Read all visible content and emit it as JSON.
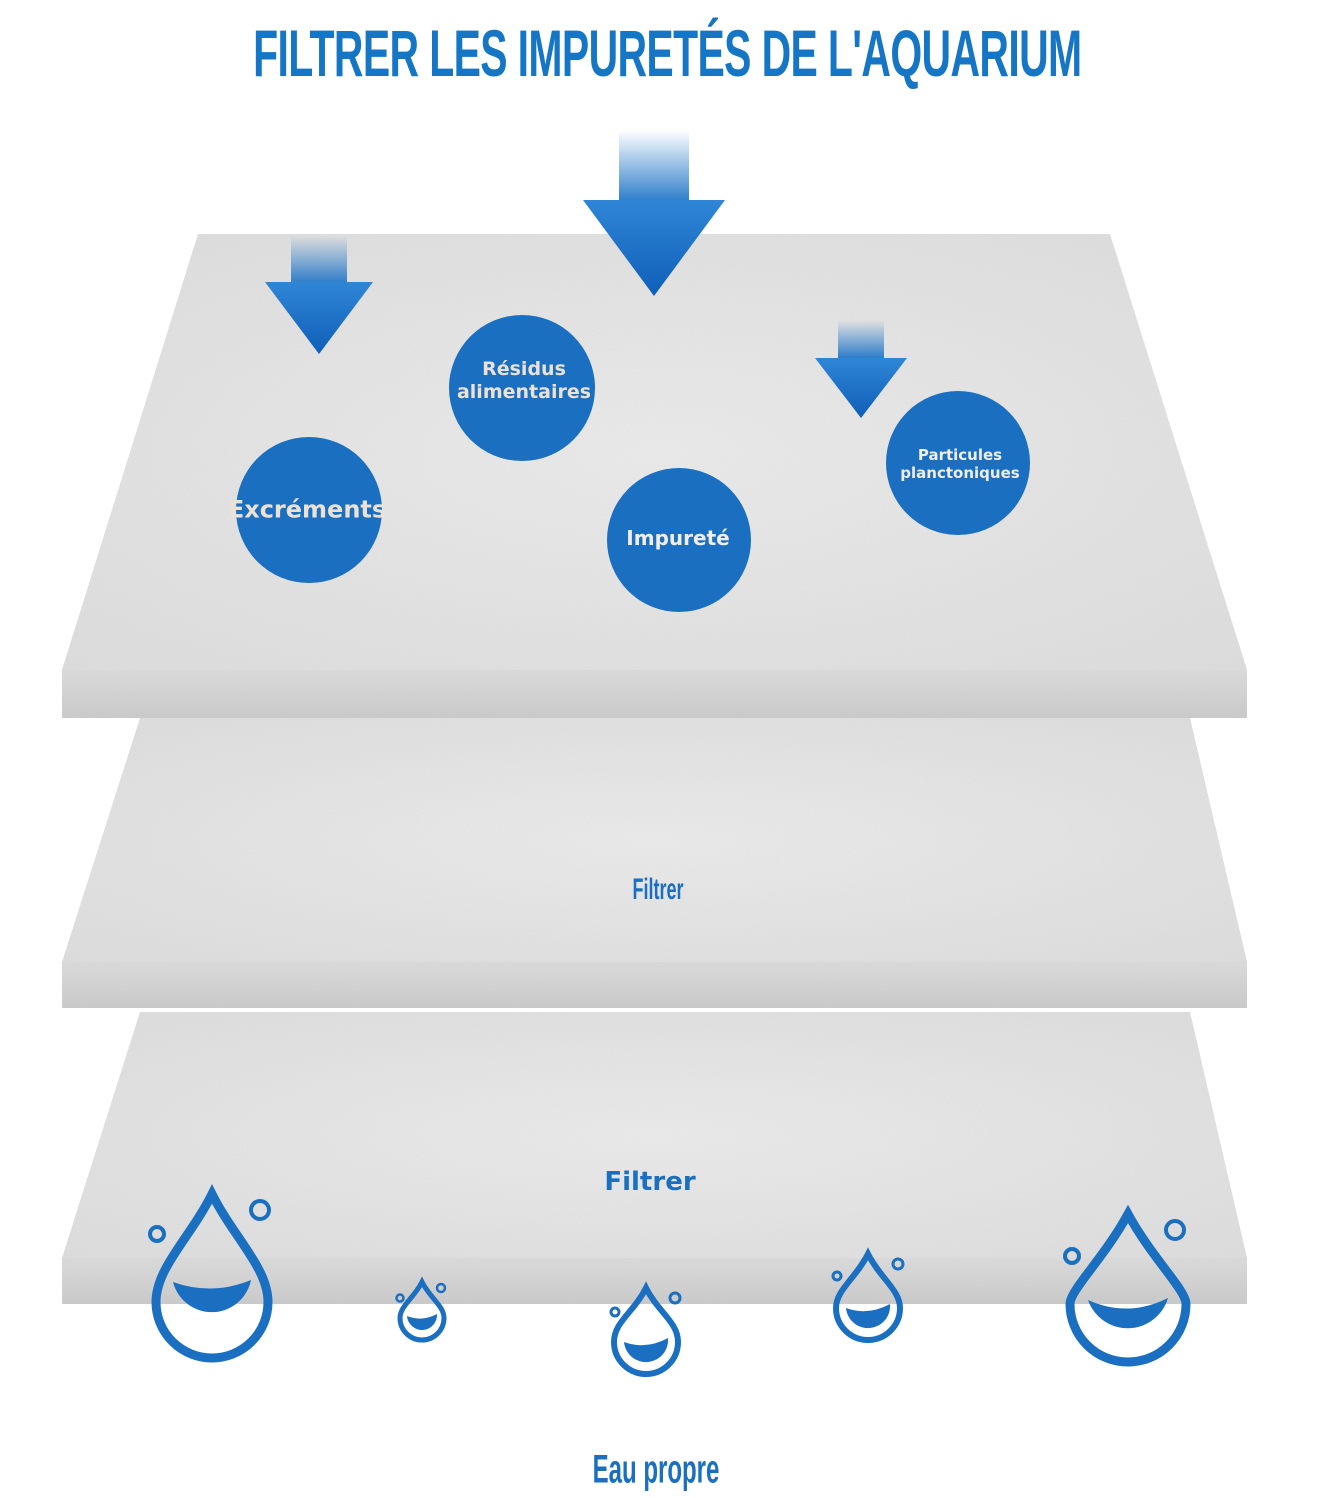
{
  "title": "FILTRER LES IMPURETÉS DE L'AQUARIUM",
  "impurities": {
    "residus": "Résidus alimentaires",
    "excrements": "Excréments",
    "impurete": "Impureté",
    "particules": "Particules planctoniques"
  },
  "layers": {
    "middle_label": "Filtrer",
    "bottom_label": "Filtrer"
  },
  "footer": "Eau propre",
  "colors": {
    "accent": "#1476c4",
    "circle": "#1a6fc1",
    "felt": "#e9e9e9"
  },
  "icons": [
    "down-arrow-icon",
    "water-drop-icon"
  ]
}
